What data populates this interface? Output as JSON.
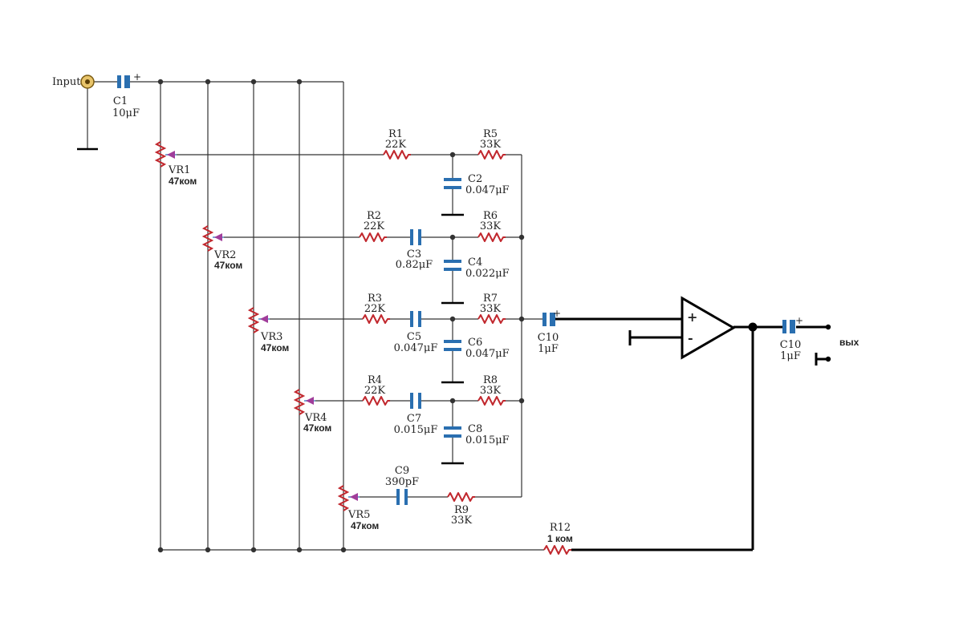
{
  "diagram": {
    "input_label": "Input",
    "output_label": "вых",
    "opamp": {
      "plus": "+",
      "minus": "-"
    },
    "components": {
      "C1": {
        "name": "C1",
        "value": "10μF"
      },
      "VR1": {
        "name": "VR1",
        "value": "47ком"
      },
      "VR2": {
        "name": "VR2",
        "value": "47ком"
      },
      "VR3": {
        "name": "VR3",
        "value": "47ком"
      },
      "VR4": {
        "name": "VR4",
        "value": "47ком"
      },
      "VR5": {
        "name": "VR5",
        "value": "47ком"
      },
      "R1": {
        "name": "R1",
        "value": "22K"
      },
      "R2": {
        "name": "R2",
        "value": "22K"
      },
      "R3": {
        "name": "R3",
        "value": "22K"
      },
      "R4": {
        "name": "R4",
        "value": "22K"
      },
      "R5": {
        "name": "R5",
        "value": "33K"
      },
      "R6": {
        "name": "R6",
        "value": "33K"
      },
      "R7": {
        "name": "R7",
        "value": "33K"
      },
      "R8": {
        "name": "R8",
        "value": "33K"
      },
      "R9": {
        "name": "R9",
        "value": "33K"
      },
      "R12": {
        "name": "R12",
        "value": "1 ком"
      },
      "C2": {
        "name": "C2",
        "value": "0.047μF"
      },
      "C3": {
        "name": "C3",
        "value": "0.82μF"
      },
      "C4": {
        "name": "C4",
        "value": "0.022μF"
      },
      "C5": {
        "name": "C5",
        "value": "0.047μF"
      },
      "C6": {
        "name": "C6",
        "value": "0.047μF"
      },
      "C7": {
        "name": "C7",
        "value": "0.015μF"
      },
      "C8": {
        "name": "C8",
        "value": "0.015μF"
      },
      "C9": {
        "name": "C9",
        "value": "390pF"
      },
      "C10a": {
        "name": "C10",
        "value": "1μF"
      },
      "C10b": {
        "name": "C10",
        "value": "1μF"
      }
    }
  }
}
